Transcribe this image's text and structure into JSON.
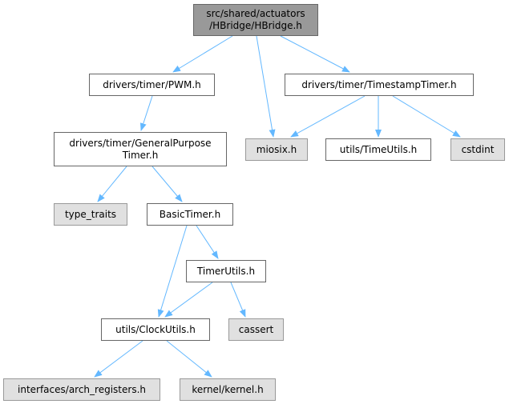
{
  "colors": {
    "edge": "#63b8ff",
    "root_fill": "#999999",
    "ext_fill": "#e0e0e0"
  },
  "nodes": {
    "root": {
      "line1": "src/shared/actuators",
      "line2": "/HBridge/HBridge.h"
    },
    "pwm": "drivers/timer/PWM.h",
    "timestamp_timer": "drivers/timer/TimestampTimer.h",
    "general_purpose_timer": {
      "line1": "drivers/timer/GeneralPurpose",
      "line2": "Timer.h"
    },
    "miosix": "miosix.h",
    "time_utils": "utils/TimeUtils.h",
    "cstdint": "cstdint",
    "type_traits": "type_traits",
    "basic_timer": "BasicTimer.h",
    "timer_utils": "TimerUtils.h",
    "clock_utils": "utils/ClockUtils.h",
    "cassert": "cassert",
    "arch_registers": "interfaces/arch_registers.h",
    "kernel": "kernel/kernel.h"
  }
}
